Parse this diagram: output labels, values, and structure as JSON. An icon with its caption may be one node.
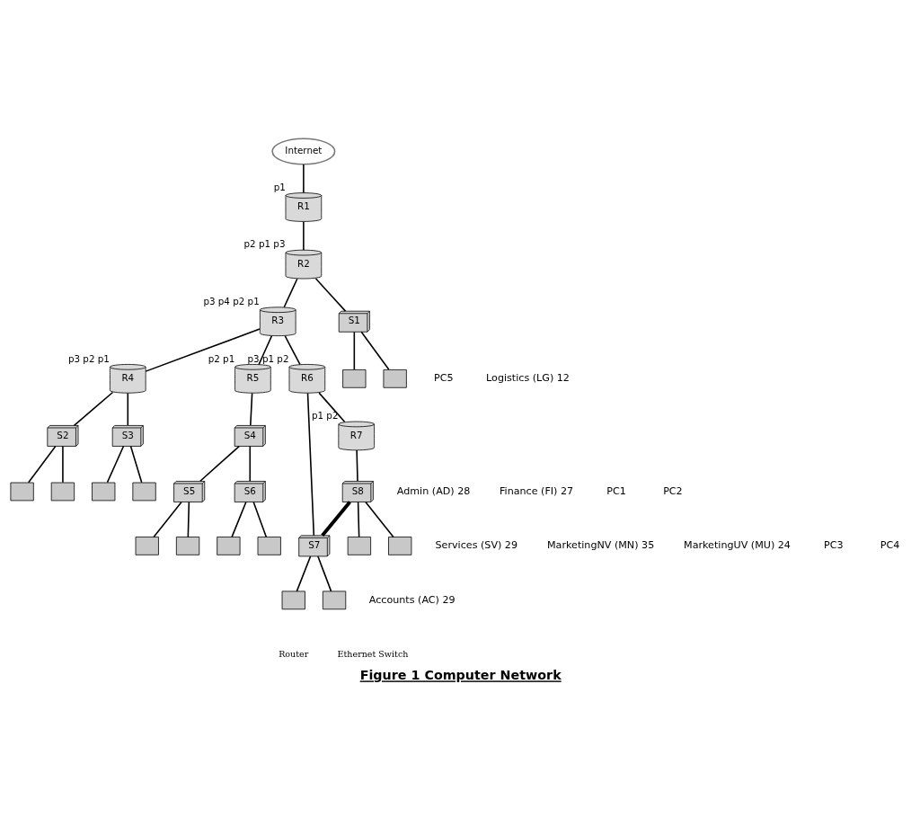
{
  "diagram": {
    "caption": "Figure 1 Computer Network",
    "nodes": [
      {
        "text": [
          "Internet"
        ]
      },
      {
        "text": [
          "R1"
        ],
        "beside": [
          "p1"
        ]
      },
      {
        "text": [
          "R2"
        ],
        "beside": [
          "p2",
          "p1",
          "p3"
        ]
      },
      {
        "text": [
          "R3"
        ],
        "beside": [
          "p3",
          "p4",
          "p2",
          "p1"
        ]
      },
      {
        "text": [
          "R4"
        ],
        "beside": [
          "p3",
          "p2",
          "p1"
        ]
      },
      {
        "text": [
          "R5"
        ],
        "beside": [
          "p2",
          "p1"
        ]
      },
      {
        "text": [
          "R6"
        ],
        "beside": [
          "p3",
          "p1",
          "p2"
        ]
      },
      {
        "text": [
          "R7"
        ],
        "beside": [
          "p1",
          "p2"
        ]
      },
      {
        "text": [
          "S1"
        ]
      },
      {
        "text": [
          "S2"
        ]
      },
      {
        "text": [
          "S3"
        ]
      },
      {
        "text": [
          "S4"
        ]
      },
      {
        "text": [
          "S5"
        ]
      },
      {
        "text": [
          "S6"
        ]
      },
      {
        "text": [
          "S7"
        ]
      },
      {
        "text": [
          "S8"
        ]
      },
      {
        "text": [],
        "shape": "computer"
      },
      {
        "text": [],
        "shape": "computer"
      },
      {
        "text": [],
        "shape": "computer"
      },
      {
        "text": [],
        "shape": "computer"
      },
      {
        "text": [],
        "shape": "computer"
      },
      {
        "text": [],
        "shape": "computer"
      },
      {
        "text": [],
        "shape": "computer"
      },
      {
        "text": [],
        "shape": "computer"
      },
      {
        "text": [],
        "shape": "computer"
      },
      {
        "text": [],
        "shape": "computer"
      },
      {
        "text": [],
        "shape": "computer"
      },
      {
        "text": [],
        "shape": "computer"
      },
      {
        "text": [],
        "shape": "computer"
      },
      {
        "text": [],
        "shape": "computer"
      }
    ],
    "edges": [
      {
        "from": 1,
        "to": 0,
        "arrow": "none"
      },
      {
        "from": 1,
        "to": 2,
        "arrow": "none"
      },
      {
        "from": 2,
        "to": 8,
        "arrow": "none"
      },
      {
        "from": 2,
        "to": 3,
        "arrow": "none"
      },
      {
        "from": 3,
        "to": 6,
        "arrow": "none"
      },
      {
        "from": 3,
        "to": 4,
        "arrow": "none"
      },
      {
        "from": 3,
        "to": 5,
        "arrow": "none"
      },
      {
        "from": 6,
        "to": 7,
        "arrow": "none"
      },
      {
        "from": 7,
        "to": 15,
        "arrow": "none"
      },
      {
        "from": 6,
        "to": 14,
        "arrow": "none"
      },
      {
        "from": 15,
        "to": 14,
        "arrow": "none",
        "style": "thick"
      },
      {
        "from": 15,
        "to": 18,
        "arrow": "none"
      },
      {
        "from": 15,
        "to": 19,
        "arrow": "none"
      },
      {
        "from": 14,
        "to": 20,
        "arrow": "none"
      },
      {
        "from": 14,
        "to": 21,
        "arrow": "none"
      },
      {
        "from": 8,
        "to": 16,
        "arrow": "none"
      },
      {
        "from": 8,
        "to": 17,
        "arrow": "none"
      },
      {
        "from": 4,
        "to": 9,
        "arrow": "none"
      },
      {
        "from": 4,
        "to": 10,
        "arrow": "none"
      },
      {
        "from": 9,
        "to": 22,
        "arrow": "none"
      },
      {
        "from": 9,
        "to": 23,
        "arrow": "none"
      },
      {
        "from": 10,
        "to": 24,
        "arrow": "none"
      },
      {
        "from": 10,
        "to": 25,
        "arrow": "none"
      },
      {
        "from": 5,
        "to": 11,
        "arrow": "none"
      },
      {
        "from": 11,
        "to": 12,
        "arrow": "none"
      },
      {
        "from": 11,
        "to": 13,
        "arrow": "none"
      },
      {
        "from": 12,
        "to": 26,
        "arrow": "none"
      },
      {
        "from": 12,
        "to": 27,
        "arrow": "none"
      },
      {
        "from": 13,
        "to": 28,
        "arrow": "none"
      },
      {
        "from": 13,
        "to": 29,
        "arrow": "none"
      }
    ],
    "labels": [
      "PC5",
      "Logistics (LG) 12",
      "Services (SV) 29",
      "Accounts (AC) 29",
      "Admin (AD) 28",
      "Finance (FI) 27",
      "MarketingNV (MN) 35",
      "MarketingUV (MU) 24",
      "PC1",
      "PC2",
      "PC3",
      "PC4"
    ],
    "legend": [
      {
        "text": "Router"
      },
      {
        "text": "Ethernet Switch"
      }
    ]
  }
}
